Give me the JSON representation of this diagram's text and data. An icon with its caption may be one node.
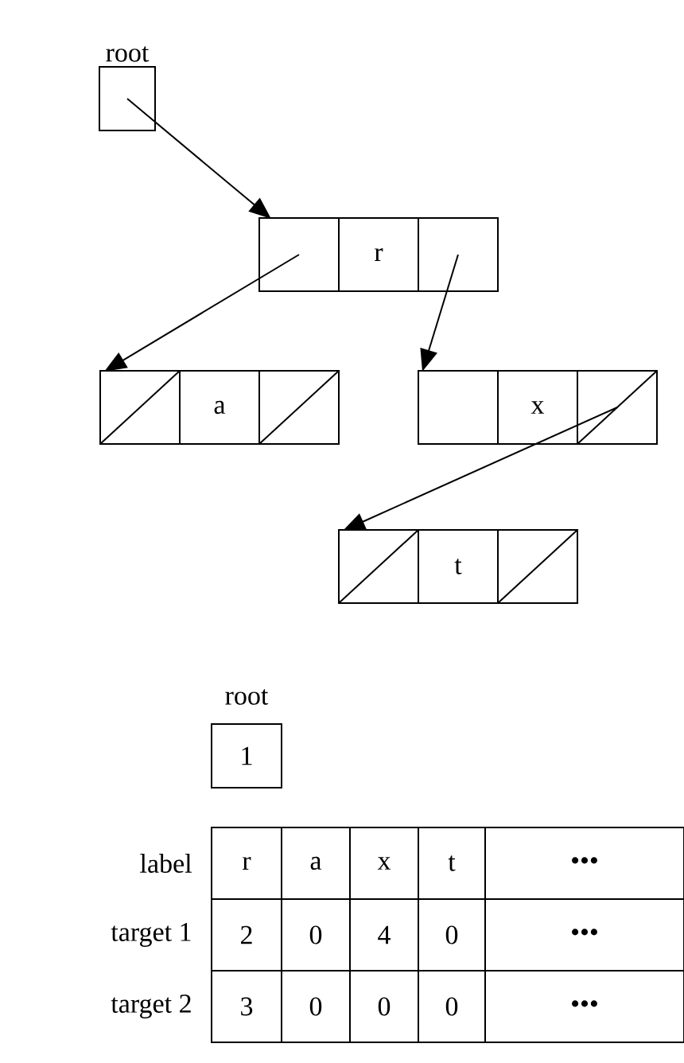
{
  "diagram": {
    "nodes": [
      {
        "text": [
          "root"
        ]
      },
      {
        "text": [
          "r"
        ]
      },
      {
        "text": [
          "a"
        ]
      },
      {
        "text": [
          "x"
        ]
      },
      {
        "text": [
          "t"
        ]
      }
    ],
    "edges": [
      {
        "from": 0,
        "to": 1,
        "arrow": "to"
      },
      {
        "from": 1,
        "to": 2,
        "arrow": "to"
      },
      {
        "from": 1,
        "to": 3,
        "arrow": "to"
      },
      {
        "from": 3,
        "to": 4,
        "arrow": "to"
      }
    ],
    "labels": [
      "root",
      "1",
      "label",
      "r",
      "a",
      "x",
      "t",
      "•••",
      "target 1",
      "2",
      "0",
      "4",
      "0",
      "•••",
      "target 2",
      "3",
      "0",
      "0",
      "0",
      "•••"
    ]
  }
}
